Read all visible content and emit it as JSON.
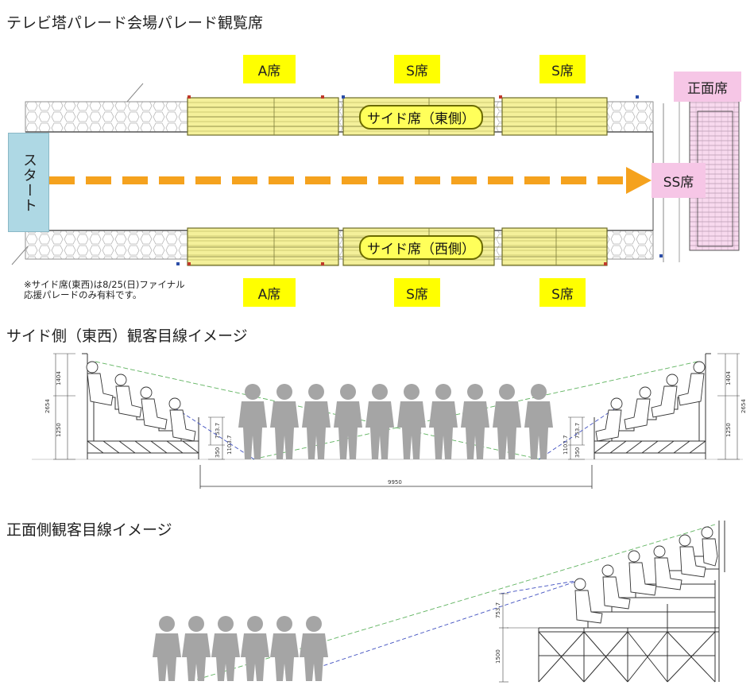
{
  "title": "テレビ塔パレード会場パレード観覧席",
  "plan": {
    "labels": {
      "a_top": "A席",
      "s_top_1": "S席",
      "s_top_2": "S席",
      "a_bottom": "A席",
      "s_bottom_1": "S席",
      "s_bottom_2": "S席",
      "front": "正面席",
      "ss": "SS席",
      "start": "スタート",
      "side_east": "サイド席（東側）",
      "side_west": "サイド席（西側）"
    },
    "note_line1": "※サイド席(東西)は8/25(日)ファイナル",
    "note_line2": "応援パレードのみ有料です。"
  },
  "side_view": {
    "title": "サイド側（東西）観客目線イメージ",
    "dims": {
      "d1404": "1404",
      "d2654": "2654",
      "d1250": "1250",
      "d350": "350",
      "d753": "753.7",
      "d1103": "1103.7",
      "d9950": "9950"
    }
  },
  "front_view": {
    "title": "正面側観客目線イメージ",
    "dims": {
      "d753": "753.7",
      "d1500": "1500"
    }
  },
  "colors": {
    "yellow": "#ffff00",
    "pink": "#f6c6e6",
    "start_blue": "#aed8e4",
    "arrow_orange": "#f5a21e",
    "figure_gray": "#a5a5a5"
  }
}
